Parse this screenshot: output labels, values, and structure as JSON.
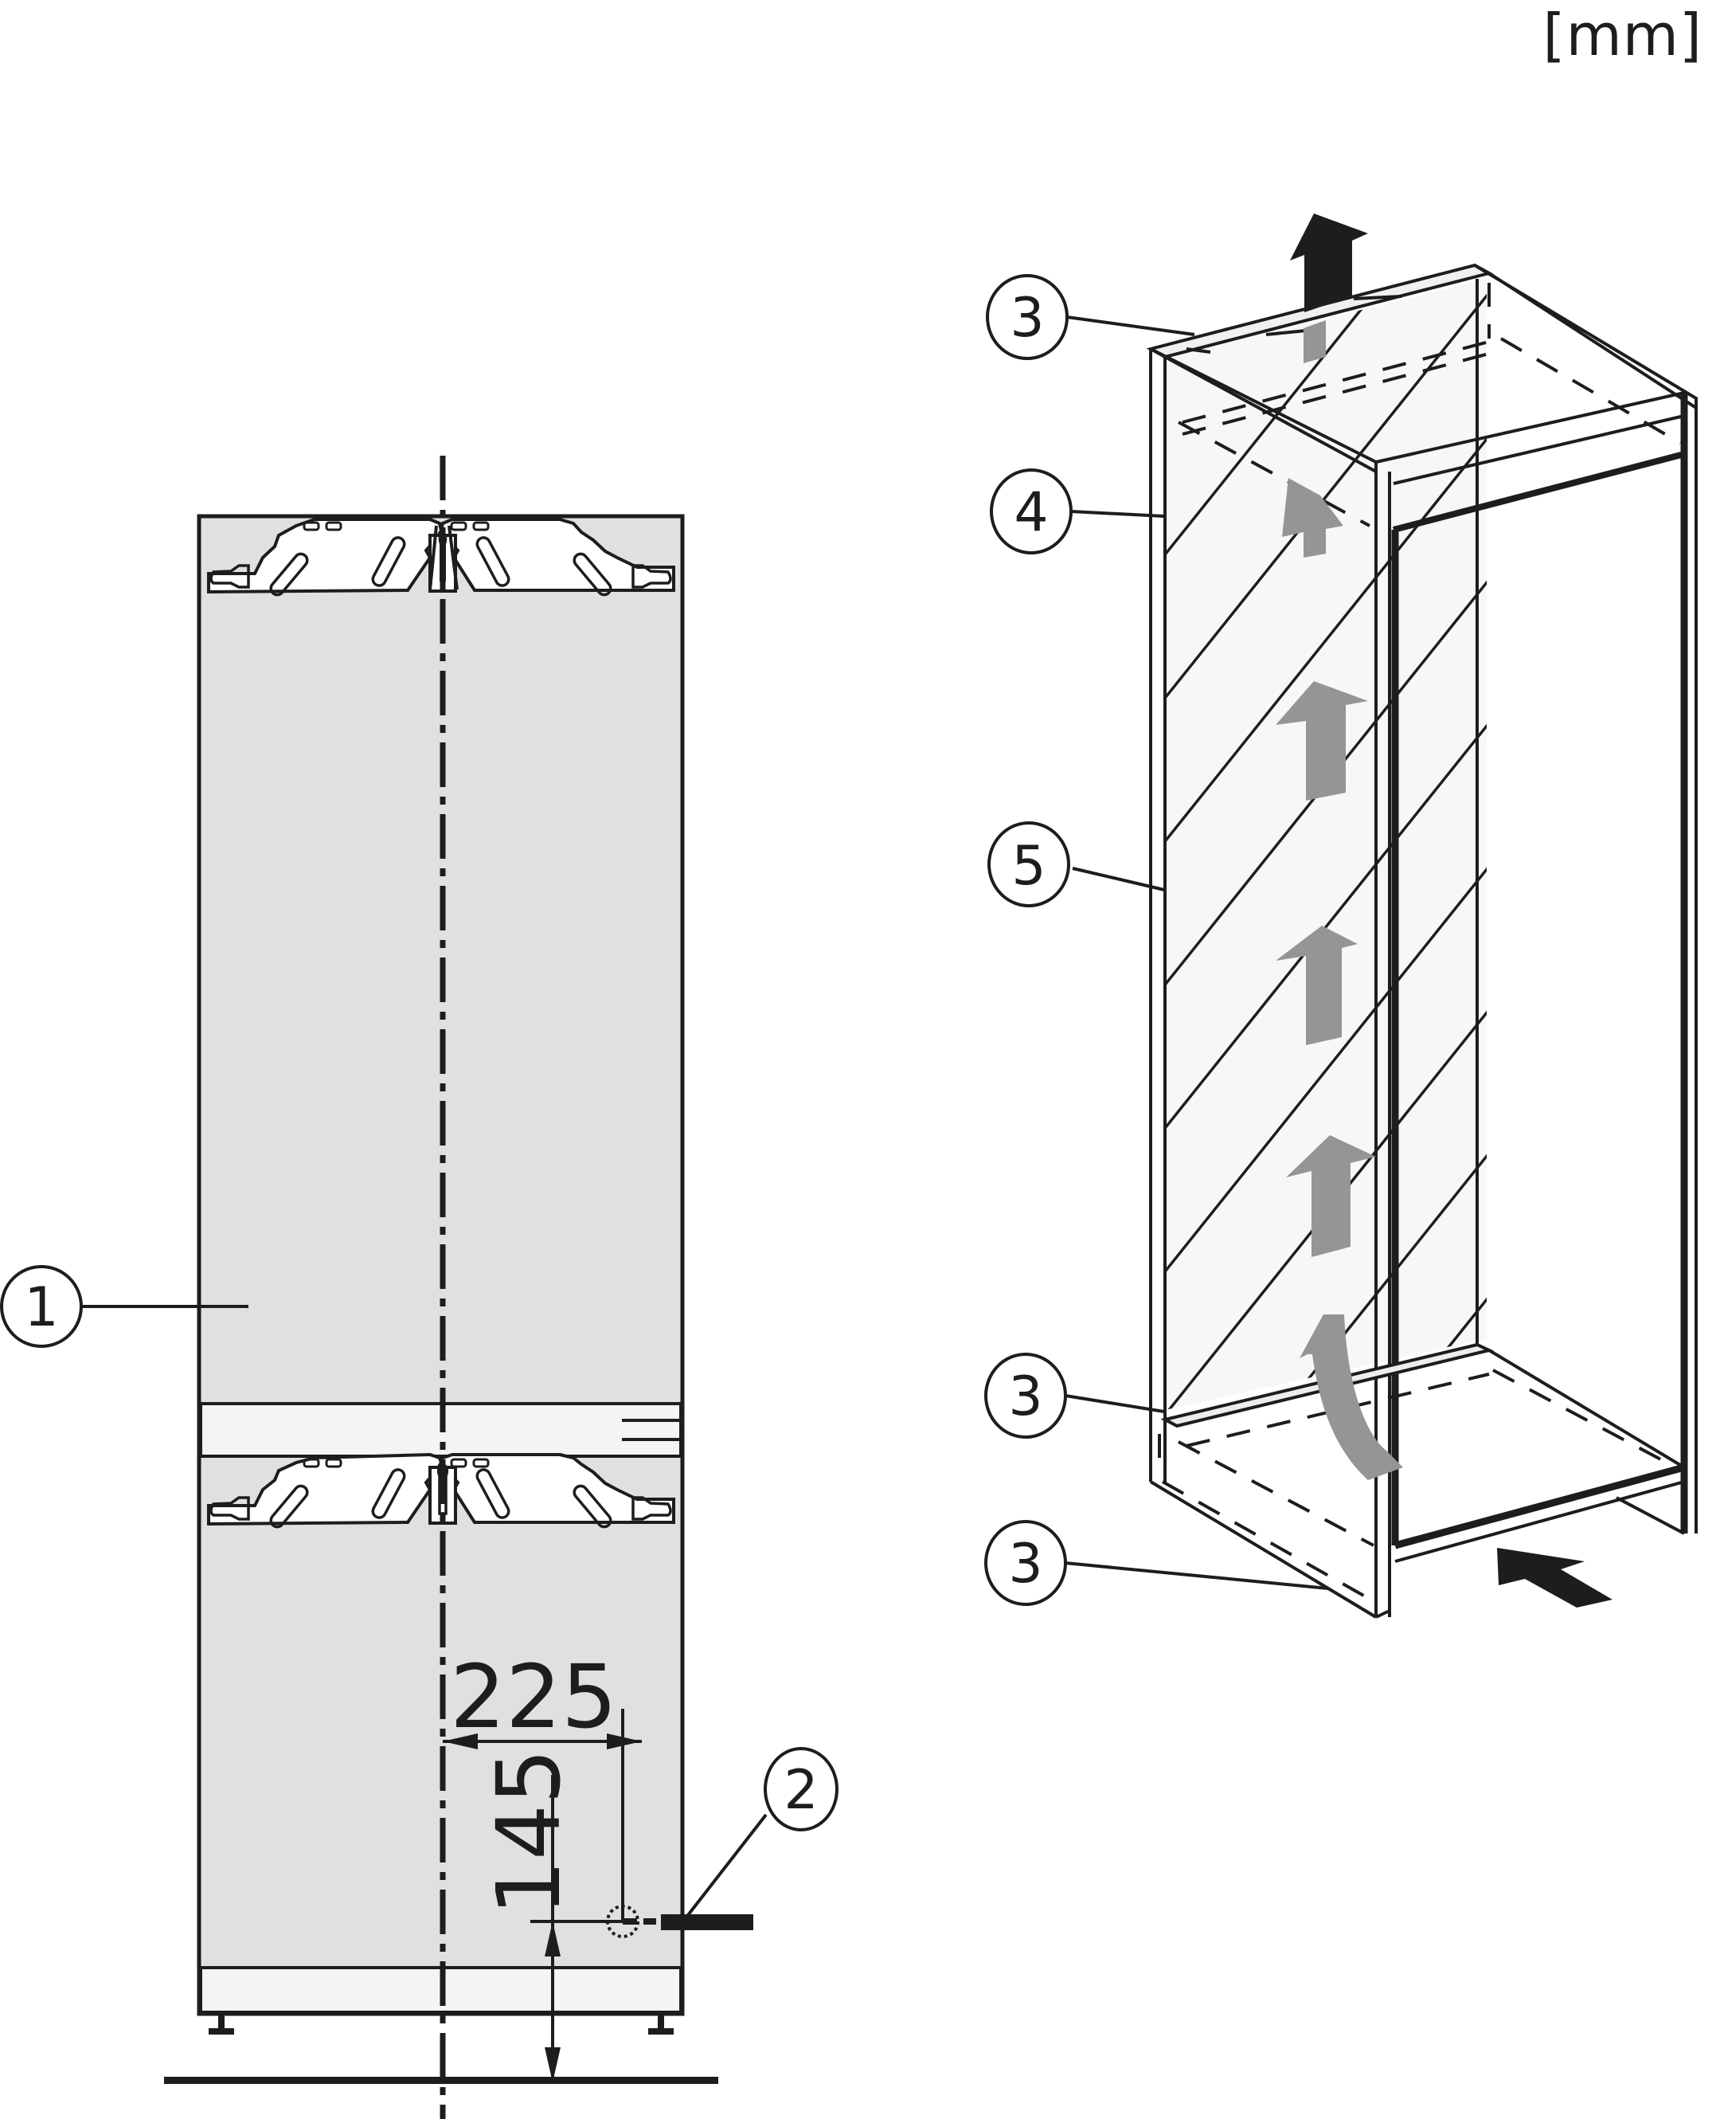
{
  "unit": "[mm]",
  "colors": {
    "ink": "#1d1d1b",
    "appliance_fill": "#e0e0e0",
    "plinth_fill": "#f3f4f3",
    "bracket_fill": "#ffffff",
    "airflow_arrow": "#959595",
    "cabinet_panel": "#f7f7f7"
  },
  "front_view": {
    "callouts": [
      {
        "id": "1",
        "label": "1",
        "target": "appliance-body"
      },
      {
        "id": "2",
        "label": "2",
        "target": "power-socket-position"
      }
    ],
    "dimensions": {
      "horizontal_from_centerline": "225",
      "vertical_from_floor": "145"
    }
  },
  "cabinet_view": {
    "callouts": [
      {
        "id": "3a",
        "label": "3",
        "target": "top-ventilation-opening"
      },
      {
        "id": "4",
        "label": "4",
        "target": "cabinet-side-wall"
      },
      {
        "id": "5",
        "label": "5",
        "target": "ventilation-duct"
      },
      {
        "id": "3b",
        "label": "3",
        "target": "bottom-ventilation-opening"
      },
      {
        "id": "3c",
        "label": "3",
        "target": "plinth-ventilation-opening"
      }
    ],
    "airflow": {
      "intake_arrow": "plinth-intake",
      "exhaust_arrow": "top-exhaust",
      "duct_arrows": 5
    }
  }
}
